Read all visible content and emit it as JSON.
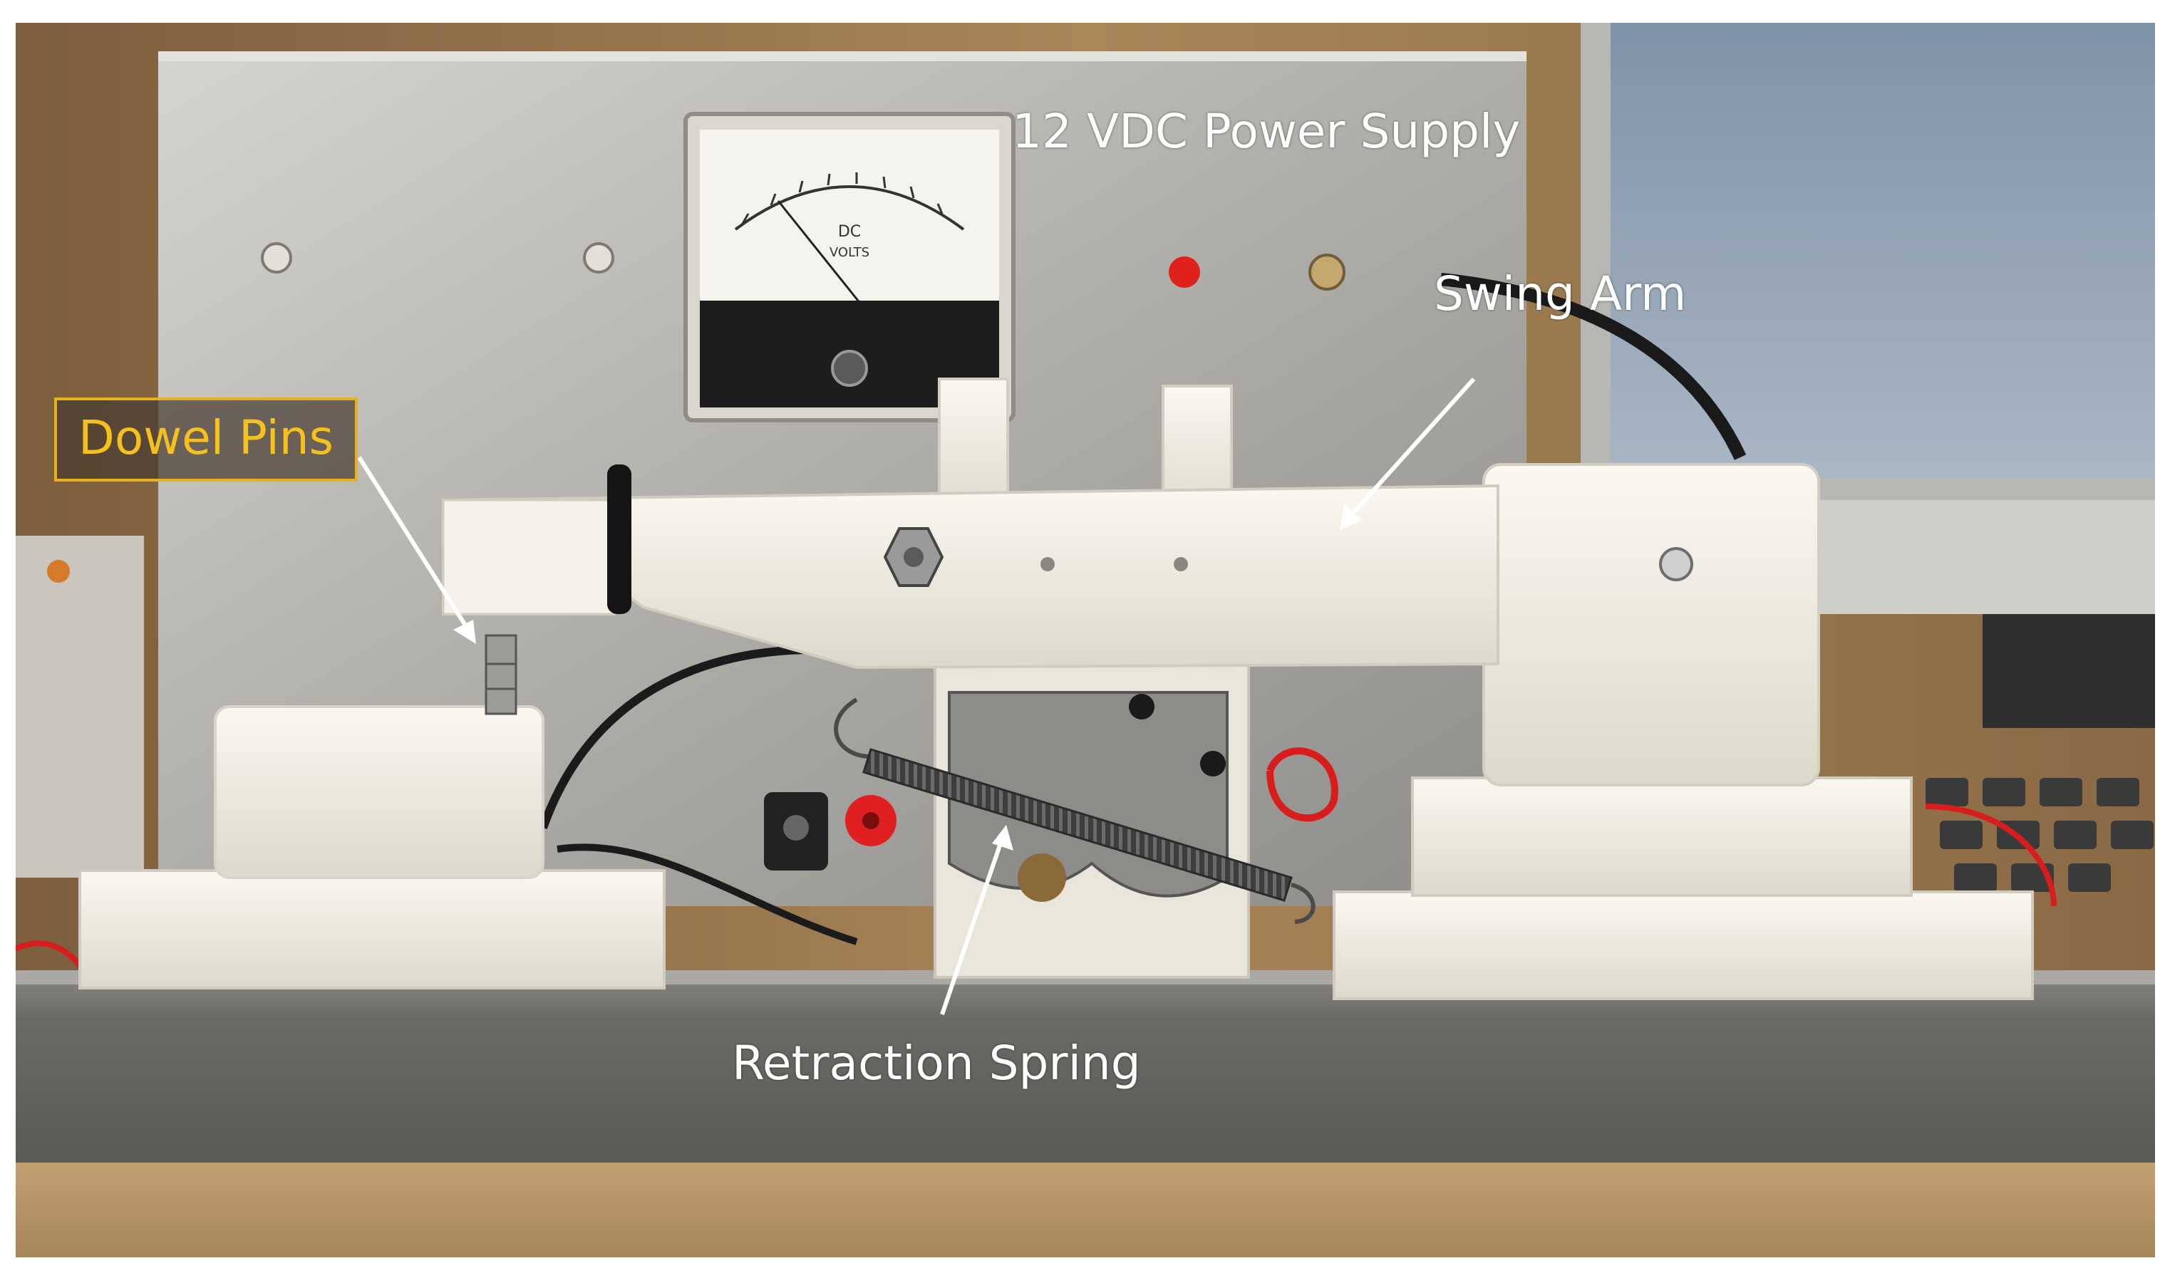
{
  "labels": {
    "power_supply": "12 VDC Power Supply",
    "swing_arm": "Swing Arm",
    "dowel_pins": "Dowel Pins",
    "retraction_spring": "Retraction Spring"
  },
  "meter_face": {
    "line1": "DC",
    "line2": "VOLTS"
  },
  "colors": {
    "label_text": "#ffffff",
    "callout_border": "#e6b21c",
    "callout_text": "#f5c21d",
    "nylon": "#f1efe6",
    "panel": "#b8b6b0",
    "base": "#6d6c69"
  },
  "icons": [
    "arrow-swing-arm",
    "arrow-dowel-pins",
    "arrow-retraction-spring"
  ]
}
